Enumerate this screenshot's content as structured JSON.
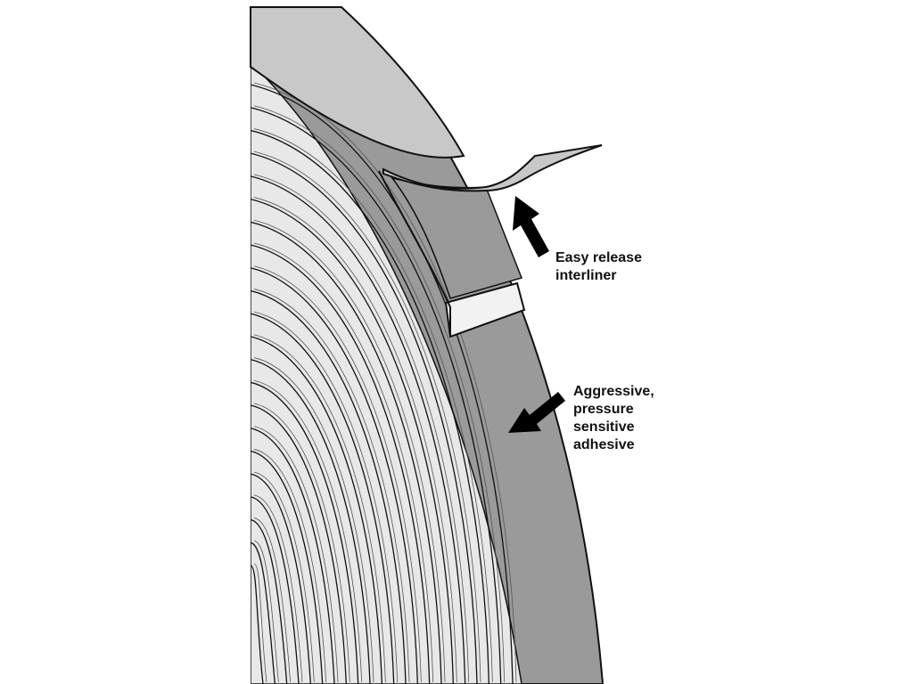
{
  "labels": {
    "interliner": [
      "Easy release",
      "interliner"
    ],
    "adhesive": [
      "Aggressive,",
      "pressure",
      "sensitive",
      "adhesive"
    ]
  },
  "colors": {
    "background": "#ffffff",
    "adhesive_gray": "#9a9a9a",
    "interliner_gray": "#c8c8c8",
    "foam_light": "#e8e8e8",
    "outline": "#111111",
    "arrow": "#000000"
  },
  "icons": {
    "interliner_pointer": "arrow-icon",
    "adhesive_pointer": "arrow-icon"
  }
}
